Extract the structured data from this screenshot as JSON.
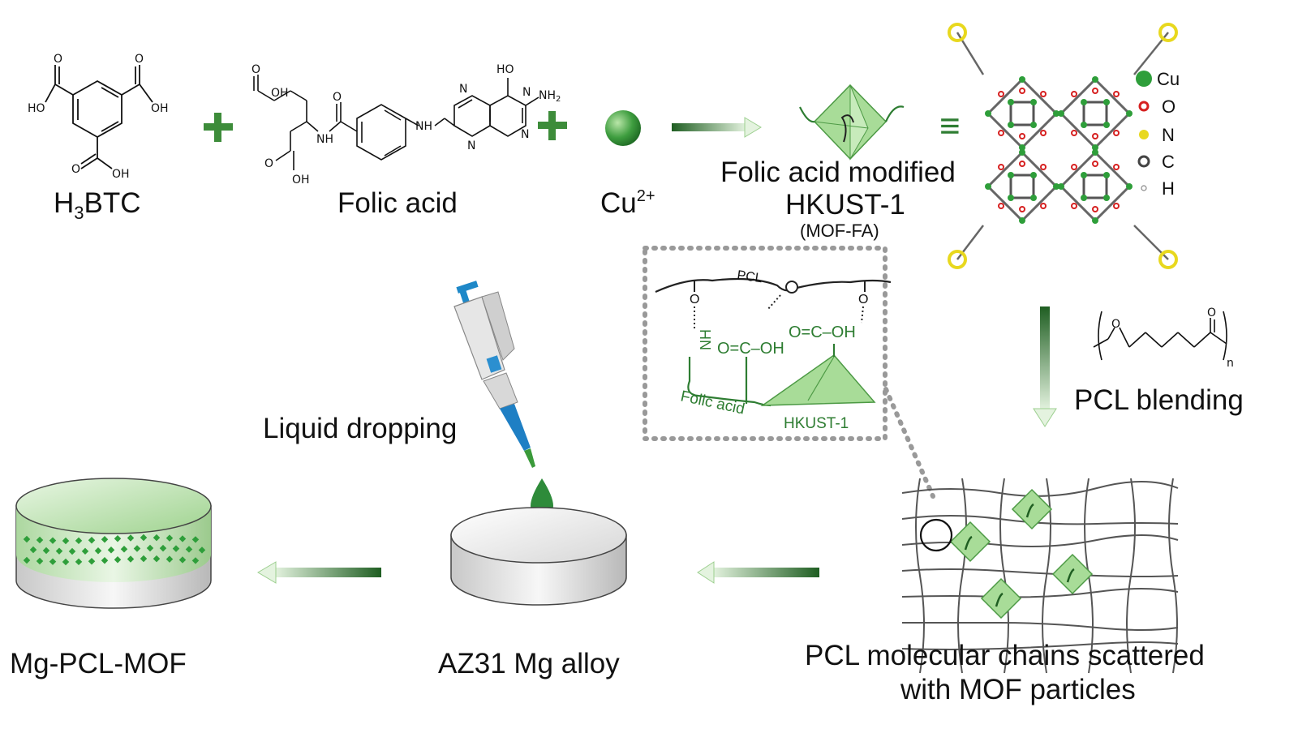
{
  "top_row": {
    "btc_label": "H",
    "btc_sub": "3",
    "btc_suffix": "BTC",
    "folic_label": "Folic acid",
    "cu_label": "Cu",
    "cu_sup": "2+",
    "mof_title_line1": "Folic acid modified",
    "mof_title_line2": "HKUST-1",
    "mof_abbrev": "(MOF-FA)",
    "equiv_symbol": "≡",
    "legend": [
      {
        "symbol": "Cu",
        "color": "#2e9e3a"
      },
      {
        "symbol": "O",
        "color": "#d62020"
      },
      {
        "symbol": "N",
        "color": "#e8d81e"
      },
      {
        "symbol": "C",
        "color": "#444444"
      },
      {
        "symbol": "H",
        "color": "#dddddd"
      }
    ]
  },
  "chem_text": {
    "btc_ho_left": "HO",
    "btc_oh_right": "OH",
    "btc_oh_bottom": "OH",
    "btc_o": "O",
    "fa_oh_top": "OH",
    "fa_ho_pter": "HO",
    "fa_nh2": "NH",
    "fa_nh2_sub": "2",
    "fa_nh": "NH",
    "fa_n": "N",
    "fa_h": "H",
    "fa_oh_bottom": "OH",
    "fa_o": "O",
    "pcl_n": "n",
    "pcl_o": "O"
  },
  "inset": {
    "pcl": "PCL",
    "nh": "NH",
    "o_label": "O",
    "cooh1": "O=C–OH",
    "cooh2": "O=C–OH",
    "folic": "Folic acid",
    "hkust": "HKUST-1"
  },
  "steps": {
    "pcl_blending": "PCL blending",
    "liquid_dropping": "Liquid dropping",
    "composite_line1": "PCL molecular chains scattered",
    "composite_line2": "with MOF particles",
    "az31": "AZ31 Mg alloy",
    "final": "Mg-PCL-MOF"
  }
}
